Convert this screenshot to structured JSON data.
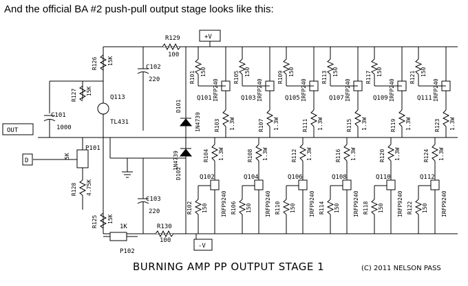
{
  "intro_text": "And the official BA #2 push-pull output stage looks like this:",
  "schematic_title": "BURNING AMP PP OUTPUT STAGE 1",
  "copyright": "(C) 2011 NELSON PASS",
  "ports": {
    "out": "OUT",
    "input": "D",
    "vplus": "+V",
    "vminus": "-V"
  },
  "bias": {
    "r129": "R129",
    "r129_val": "100",
    "r130": "R130",
    "r130_val": "100",
    "r126": "R126",
    "r126_val": "15K",
    "r127": "R127",
    "r127_val": "15K",
    "r128": "R128",
    "r128_val": "4.75K",
    "r125": "R125",
    "r125_val": "15K",
    "p101": "P101",
    "p101_val": "5K",
    "p102": "P102",
    "p102_val": "1K",
    "c101": "C101",
    "c101_val": "1000",
    "c102": "C102",
    "c102_val": "220",
    "c103": "C103",
    "c103_val": "220",
    "q113": "Q113",
    "q113_part": "TL431",
    "d101": "D101",
    "d101_part": "1N4739",
    "d102": "D102",
    "d102_part": "1N4739"
  },
  "upper_stages": [
    {
      "q": "Q101",
      "rg": "R101",
      "rg_val": "150",
      "rs": "R103",
      "rs_val": "1.3W",
      "part": "IRFP240"
    },
    {
      "q": "Q103",
      "rg": "R105",
      "rg_val": "150",
      "rs": "R107",
      "rs_val": "1.3W",
      "part": "IRFP240"
    },
    {
      "q": "Q105",
      "rg": "R109",
      "rg_val": "150",
      "rs": "R111",
      "rs_val": "1.3W",
      "part": "IRFP240"
    },
    {
      "q": "Q107",
      "rg": "R113",
      "rg_val": "150",
      "rs": "R115",
      "rs_val": "1.3W",
      "part": "IRFP240"
    },
    {
      "q": "Q109",
      "rg": "R117",
      "rg_val": "150",
      "rs": "R119",
      "rs_val": "1.3W",
      "part": "IRFP240"
    },
    {
      "q": "Q111",
      "rg": "R121",
      "rg_val": "150",
      "rs": "R123",
      "rs_val": "1.3W",
      "part": "IRFP240"
    }
  ],
  "lower_stages": [
    {
      "q": "Q102",
      "rs": "R104",
      "rs_val": "1.3W",
      "rg": "R102",
      "rg_val": "150",
      "part": "IRFP9240"
    },
    {
      "q": "Q104",
      "rs": "R108",
      "rs_val": "1.3W",
      "rg": "R106",
      "rg_val": "150",
      "part": "IRFP9240"
    },
    {
      "q": "Q106",
      "rs": "R112",
      "rs_val": "1.3W",
      "rg": "R110",
      "rg_val": "150",
      "part": "IRFP9240"
    },
    {
      "q": "Q108",
      "rs": "R116",
      "rs_val": "1.3W",
      "rg": "R114",
      "rg_val": "150",
      "part": "IRFP9240"
    },
    {
      "q": "Q110",
      "rs": "R120",
      "rs_val": "1.3W",
      "rg": "R118",
      "rg_val": "150",
      "part": "IRFP9240"
    },
    {
      "q": "Q112",
      "rs": "R124",
      "rs_val": "1.3W",
      "rg": "R122",
      "rg_val": "150",
      "part": "IRFP9240"
    }
  ]
}
